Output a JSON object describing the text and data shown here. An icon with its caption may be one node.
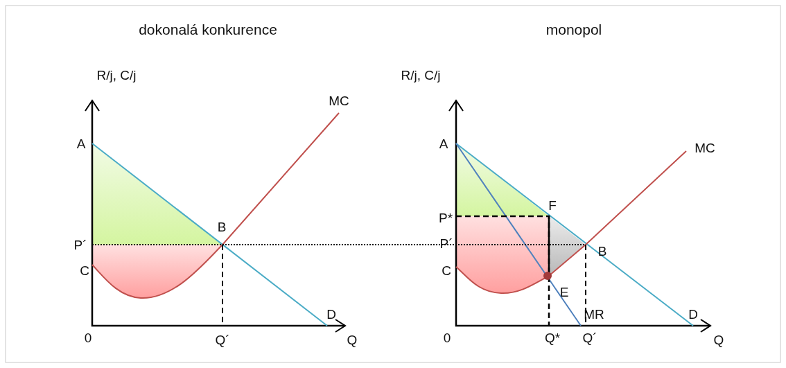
{
  "diagram": {
    "labels": [
      "dokonalá konkurence",
      "monopol",
      "R/j, C/j",
      "R/j, C/j",
      "MC",
      "MC",
      "A",
      "A",
      "F",
      "P*",
      "B",
      "P´",
      "P´",
      "B",
      "C",
      "C",
      "E",
      "D",
      "MR",
      "D",
      "0",
      "Q´",
      "Q",
      "0",
      "Q*",
      "Q´",
      "Q"
    ]
  }
}
